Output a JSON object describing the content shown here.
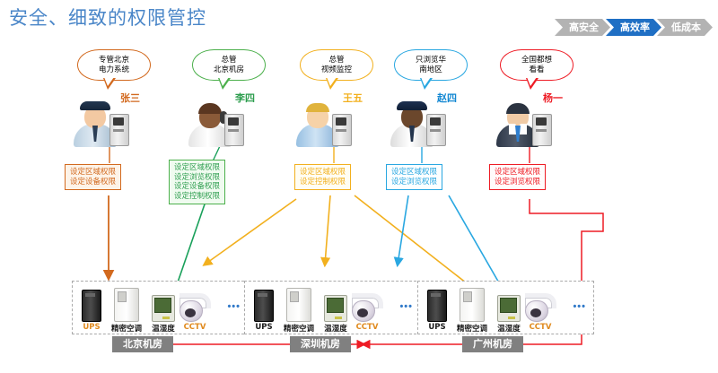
{
  "page": {
    "title": "安全、细致的权限管控"
  },
  "ribbon": {
    "items": [
      {
        "label": "高安全",
        "state": "inactive",
        "color": "#b3b3b3"
      },
      {
        "label": "高效率",
        "state": "active",
        "color": "#1f6fc4"
      },
      {
        "label": "低成本",
        "state": "inactive",
        "color": "#b3b3b3"
      }
    ]
  },
  "people": [
    {
      "id": "zhangsan",
      "bubble": [
        "专管北京",
        "电力系统"
      ],
      "name": "张三",
      "color": "#d2691e",
      "avatar": "police-officer-avatar"
    },
    {
      "id": "lisi",
      "bubble": [
        "总管",
        "北京机房"
      ],
      "name": "李四",
      "color": "#4cb04c",
      "avatar": "headset-operator-avatar"
    },
    {
      "id": "wangwu",
      "bubble": [
        "总管",
        "视频监控"
      ],
      "name": "王五",
      "color": "#f2b01e",
      "avatar": "casual-user-avatar"
    },
    {
      "id": "zhaosi",
      "bubble": [
        "只浏览华",
        "南地区"
      ],
      "name": "赵四",
      "color": "#29a7e1",
      "avatar": "pilot-avatar"
    },
    {
      "id": "yangyi",
      "bubble": [
        "全国都想",
        "看看"
      ],
      "name": "杨一",
      "color": "#ee1c25",
      "avatar": "businessman-avatar"
    }
  ],
  "permission_boxes": [
    {
      "owner": "张三",
      "color": "#d2691e",
      "lines": [
        "设定区域权限",
        "设定设备权限"
      ]
    },
    {
      "owner": "李四",
      "color": "#4cb04c",
      "lines": [
        "设定区域权限",
        "设定浏览权限",
        "设定设备权限",
        "设定控制权限"
      ]
    },
    {
      "owner": "王五",
      "color": "#f2b01e",
      "lines": [
        "设定区域权限",
        "设定控制权限"
      ]
    },
    {
      "owner": "赵四",
      "color": "#29a7e1",
      "lines": [
        "设定区域权限",
        "设定浏览权限"
      ]
    },
    {
      "owner": "杨一",
      "color": "#ee1c25",
      "lines": [
        "设定区域权限",
        "设定浏览权限"
      ]
    }
  ],
  "device_groups": [
    {
      "room": "北京机房",
      "devices": [
        {
          "name": "UPS",
          "icon": "ups-icon",
          "color": "#e08a1e"
        },
        {
          "name": "精密空调",
          "icon": "precision-air-conditioner-icon",
          "color": "#1a1a1a"
        },
        {
          "name": "温湿度",
          "icon": "temperature-humidity-sensor-icon",
          "color": "#1a1a1a"
        },
        {
          "name": "CCTV",
          "icon": "cctv-camera-icon",
          "color": "#e08a1e"
        }
      ],
      "more": "•••"
    },
    {
      "room": "深圳机房",
      "devices": [
        {
          "name": "UPS",
          "icon": "ups-icon",
          "color": "#1a1a1a"
        },
        {
          "name": "精密空调",
          "icon": "precision-air-conditioner-icon",
          "color": "#1a1a1a"
        },
        {
          "name": "温湿度",
          "icon": "temperature-humidity-sensor-icon",
          "color": "#1a1a1a"
        },
        {
          "name": "CCTV",
          "icon": "cctv-camera-icon",
          "color": "#e08a1e"
        }
      ],
      "more": "•••"
    },
    {
      "room": "广州机房",
      "devices": [
        {
          "name": "UPS",
          "icon": "ups-icon",
          "color": "#1a1a1a"
        },
        {
          "name": "精密空调",
          "icon": "precision-air-conditioner-icon",
          "color": "#1a1a1a"
        },
        {
          "name": "温湿度",
          "icon": "temperature-humidity-sensor-icon",
          "color": "#1a1a1a"
        },
        {
          "name": "CCTV",
          "icon": "cctv-camera-icon",
          "color": "#e08a1e"
        }
      ],
      "more": "•••"
    }
  ],
  "colors": {
    "title": "#4a86c8",
    "ribbon_active": "#1f6fc4",
    "ribbon_inactive": "#b3b3b3",
    "room_label_bg": "#808080",
    "room_link": "#ee1c25"
  }
}
